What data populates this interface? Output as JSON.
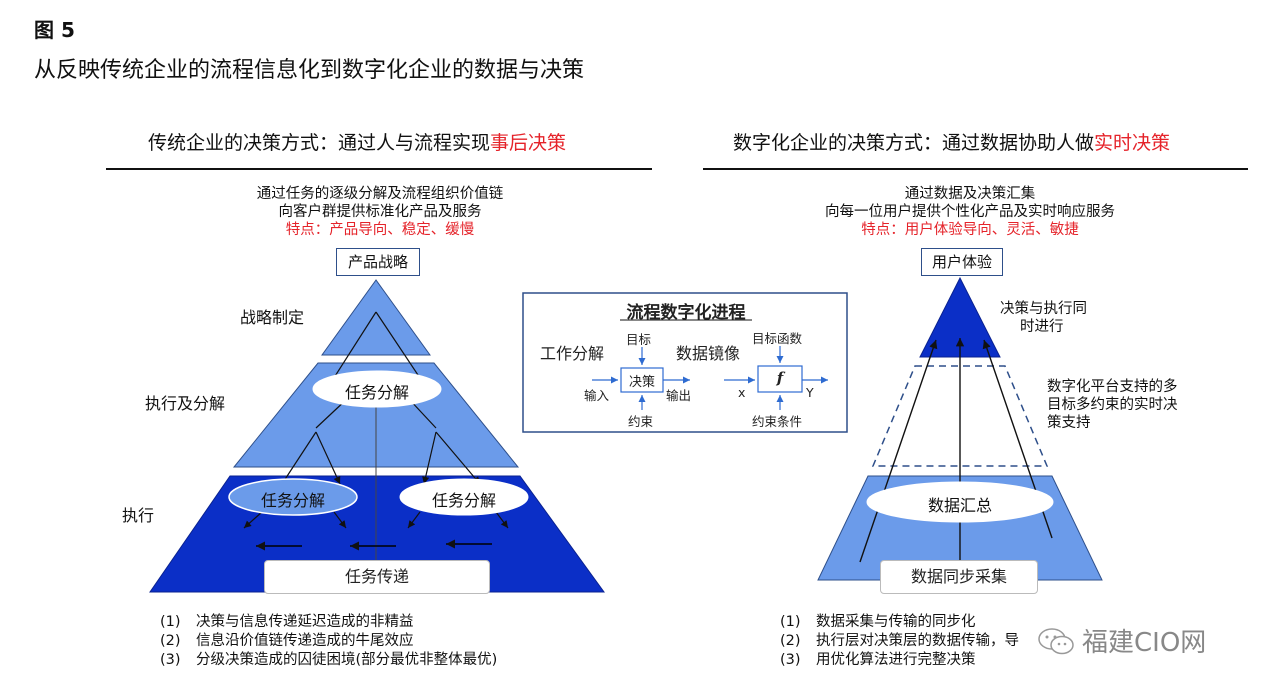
{
  "figure": {
    "label": "图 5",
    "title": "从反映传统企业的流程信息化到数字化企业的数据与决策"
  },
  "left": {
    "heading_prefix": "传统企业的决策方式：通过人与流程实现",
    "heading_highlight": "事后决策",
    "desc_line1": "通过任务的逐级分解及流程组织价值链",
    "desc_line2": "向客户群提供标准化产品及服务",
    "desc_line3": "特点：产品导向、稳定、缓慢",
    "top_box": "产品战略",
    "level_labels": [
      "战略制定",
      "执行及分解",
      "执行"
    ],
    "ellipse_top": "任务分解",
    "ellipse_left": "任务分解",
    "ellipse_right": "任务分解",
    "bottom_box": "任务传递",
    "list": [
      {
        "num": "(1)",
        "text": "决策与信息传递延迟造成的非精益"
      },
      {
        "num": "(2)",
        "text": "信息沿价值链传递造成的牛尾效应"
      },
      {
        "num": "(3)",
        "text": "分级决策造成的囚徒困境(部分最优非整体最优)"
      }
    ]
  },
  "center": {
    "title": "流程数字化进程",
    "left_label": "工作分解",
    "right_label": "数据镜像",
    "target": "目标",
    "decision": "决策",
    "input": "输入",
    "output": "输出",
    "constraint": "约束",
    "objective_fn": "目标函数",
    "f": "f",
    "x": "x",
    "y": "Y",
    "constraint_cond": "约束条件"
  },
  "right": {
    "heading_prefix": "数字化企业的决策方式：通过数据协助人做",
    "heading_highlight": "实时决策",
    "desc_line1": "通过数据及决策汇集",
    "desc_line2": "向每一位用户提供个性化产品及实时响应服务",
    "desc_line3": "特点：用户体验导向、灵活、敏捷",
    "top_box": "用户体验",
    "note_top_1": "决策与执行同",
    "note_top_2": "时进行",
    "note_mid_1": "数字化平台支持的多",
    "note_mid_2": "目标多约束的实时决",
    "note_mid_3": "策支持",
    "ellipse": "数据汇总",
    "bottom_box": "数据同步采集",
    "list": [
      {
        "num": "(1)",
        "text": "数据采集与传输的同步化"
      },
      {
        "num": "(2)",
        "text": "执行层对决策层的数据传输，导"
      },
      {
        "num": "(3)",
        "text": "用优化算法进行完整决策"
      }
    ]
  },
  "watermark": "福建CIO网",
  "colors": {
    "light_blue": "#5b8fe6",
    "mid_blue": "#6b9bea",
    "dark_blue": "#0b2fc7",
    "highlight_red": "#e5232a"
  }
}
